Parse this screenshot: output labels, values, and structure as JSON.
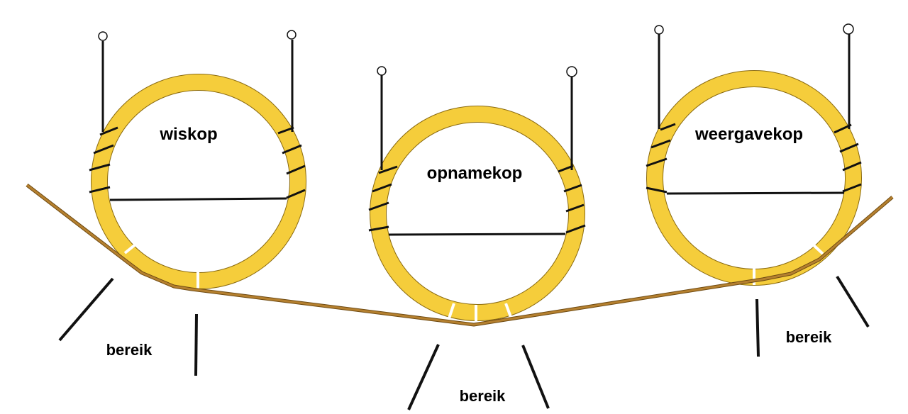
{
  "heads": [
    {
      "name": "wiskop"
    },
    {
      "name": "opnamekop"
    },
    {
      "name": "weergavekop"
    }
  ],
  "range_labels": [
    "bereik",
    "bereik",
    "bereik"
  ],
  "colors": {
    "ring": "#f5cd3b",
    "ring_edge": "#8a6a10",
    "gap": "#ffffff",
    "tape": "#b5802f",
    "tape_edge": "#6e4a12",
    "wire": "#111111"
  }
}
